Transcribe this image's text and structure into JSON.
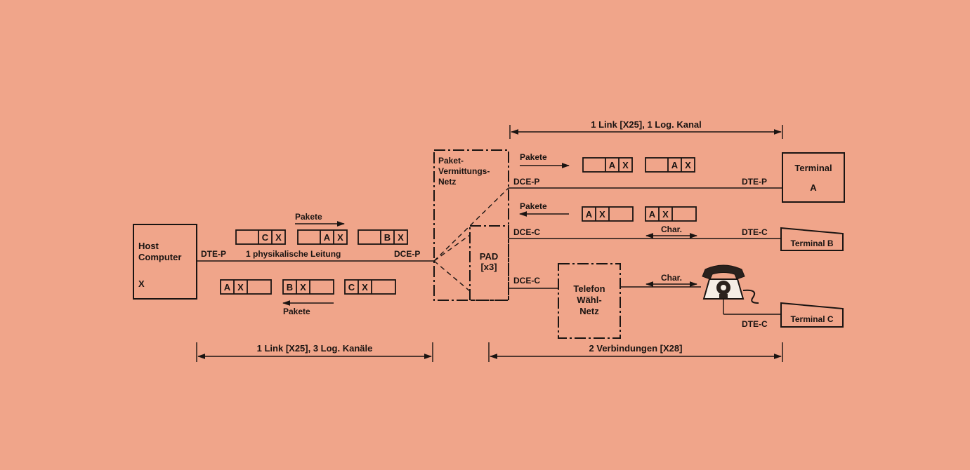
{
  "colors": {
    "background": "#f0a58a",
    "ink": "#1a1412"
  },
  "labels": {
    "link_top": "1 Link [X25], 1 Log. Kanal",
    "link_bottom_left": "1 Link [X25], 3 Log. Kanäle",
    "link_bottom_right": "2 Verbindungen [X28]",
    "pakete": "Pakete",
    "physical_line": "1 physikalische Leitung",
    "char": "Char.",
    "dte_p": "DTE-P",
    "dce_p": "DCE-P",
    "dce_c": "DCE-C",
    "dte_c": "DTE-C"
  },
  "nodes": {
    "host": {
      "line1": "Host",
      "line2": "Computer",
      "line3": "X"
    },
    "network": {
      "line1": "Paket-",
      "line2": "Vermittungs-",
      "line3": "Netz"
    },
    "pad": {
      "line1": "PAD",
      "line2": "[x3]"
    },
    "telefon": {
      "line1": "Telefon",
      "line2": "Wähl-",
      "line3": "Netz"
    },
    "terminal_a": {
      "line1": "Terminal",
      "line2": "A"
    },
    "terminal_b": {
      "line1": "Terminal B"
    },
    "terminal_c": {
      "line1": "Terminal C"
    }
  },
  "packets": {
    "to_network": [
      {
        "dest": "C",
        "source": "X"
      },
      {
        "dest": "A",
        "source": "X"
      },
      {
        "dest": "B",
        "source": "X"
      }
    ],
    "to_host": [
      {
        "dest": "A",
        "source": "X"
      },
      {
        "dest": "B",
        "source": "X"
      },
      {
        "dest": "C",
        "source": "X"
      }
    ],
    "to_terminal_a": [
      {
        "dest": "A",
        "source": "X"
      },
      {
        "dest": "A",
        "source": "X"
      }
    ],
    "from_terminal_a": [
      {
        "dest": "A",
        "source": "X"
      },
      {
        "dest": "A",
        "source": "X"
      }
    ]
  },
  "icons": [
    "telephone-icon",
    "arrow-icon"
  ]
}
